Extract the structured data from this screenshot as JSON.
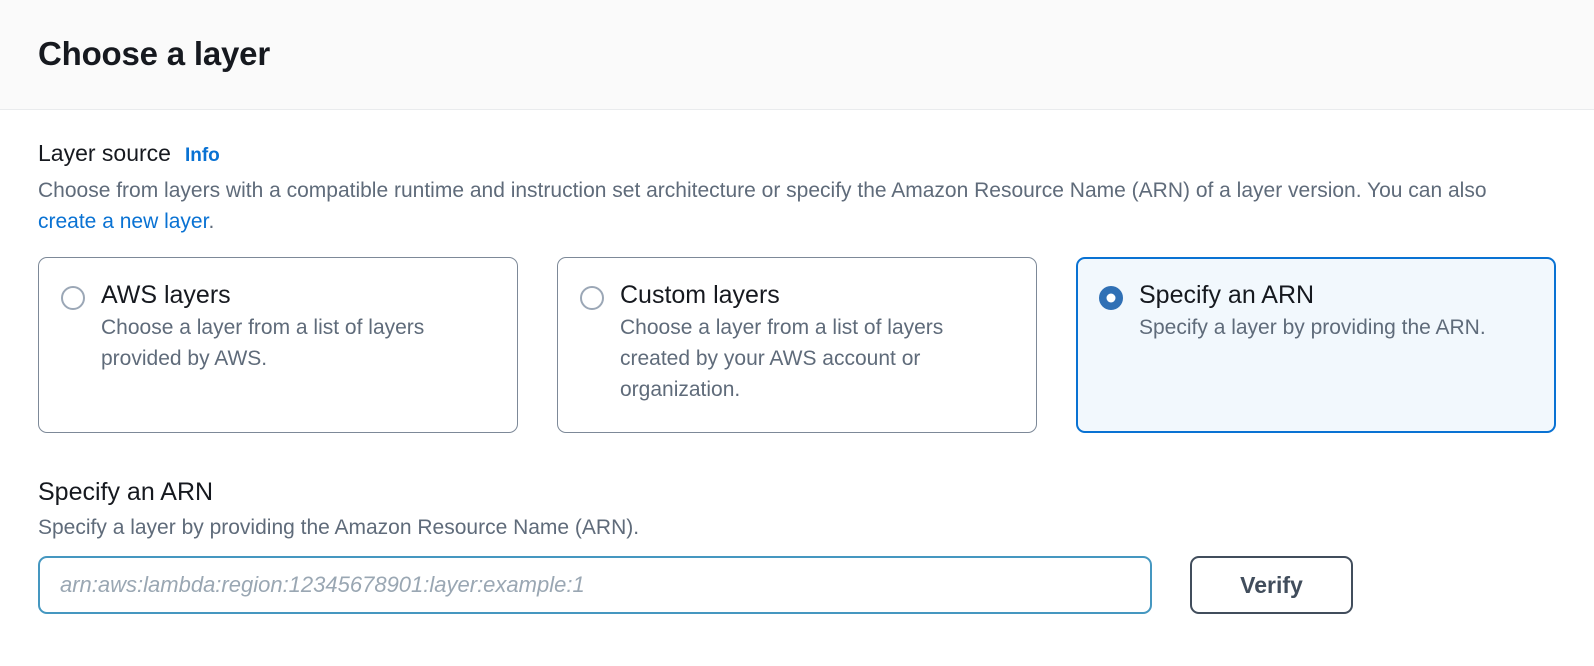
{
  "dialog": {
    "title": "Choose a layer"
  },
  "layer_source": {
    "label": "Layer source",
    "info_link": "Info",
    "description_before_link": "Choose from layers with a compatible runtime and instruction set architecture or specify the Amazon Resource Name (ARN) of a layer version. You can also ",
    "description_link": "create a new layer",
    "description_after_link": ".",
    "options": [
      {
        "title": "AWS layers",
        "description": "Choose a layer from a list of layers provided by AWS.",
        "selected": false
      },
      {
        "title": "Custom layers",
        "description": "Choose a layer from a list of layers created by your AWS account or organization.",
        "selected": false
      },
      {
        "title": "Specify an ARN",
        "description": "Specify a layer by providing the ARN.",
        "selected": true
      }
    ]
  },
  "arn_section": {
    "heading": "Specify an ARN",
    "description": "Specify a layer by providing the Amazon Resource Name (ARN).",
    "input_placeholder": "arn:aws:lambda:region:12345678901:layer:example:1",
    "input_value": "",
    "verify_label": "Verify"
  },
  "colors": {
    "accent_blue": "#0972d3",
    "link_blue": "#0972d3",
    "selected_tile_bg": "#f2f8fd",
    "selected_tile_border": "#0972d3",
    "tile_border": "#7d8998",
    "input_focus_border": "#4597c0",
    "button_border": "#414d5c",
    "header_bg": "#fafafa",
    "text_primary": "#16191f",
    "text_secondary": "#5f6b7a"
  }
}
